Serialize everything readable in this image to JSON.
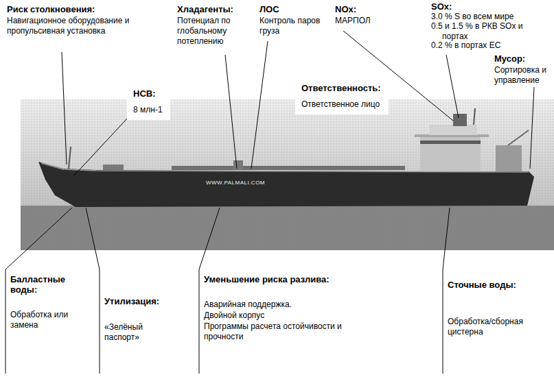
{
  "diagram": {
    "nodes": [
      {
        "text": [
          "НСВ:",
          "8 млн-1"
        ]
      },
      {
        "text": [
          "Ответственность:",
          "Ответственное лицо"
        ]
      }
    ],
    "labels": [
      "Риск столкновения:",
      "Навигационное оборудование и пропульсивная установка",
      "Хладагенты:",
      "Потенциал по глобальному потеплению",
      "ЛОС",
      "Контроль паров груза",
      "NOx:",
      "МАРПОЛ",
      "SOx:",
      "3.0 % S во всем мире",
      "0.5 и 1.5 % в РКВ SOx и портах",
      "0.2 % в портах ЕС",
      "Мусор:",
      "Сортировка и управление",
      "WWW.PALMALI.COM",
      "Балластные воды:",
      "Обработка или замена",
      "Утилизация:",
      "«Зелёный паспорт»",
      "Уменьшение риска разлива:",
      "Аварийная поддержка.",
      "Двойной корпус",
      "Программы расчета остойчивости и прочности",
      "Сточные воды:",
      "Обработка/сборная цистерна"
    ]
  }
}
